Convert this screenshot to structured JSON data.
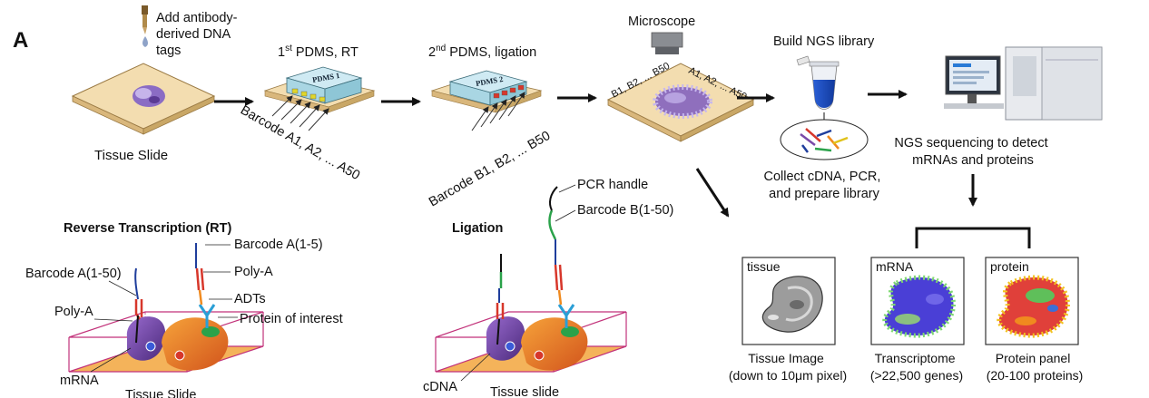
{
  "panel_label": "A",
  "top_row": {
    "antibody_step": [
      "Add antibody-",
      "derived DNA",
      "tags"
    ],
    "tissue_slide_label": "Tissue Slide",
    "pdms1_title_base": "1",
    "pdms1_title_sup": "st",
    "pdms1_title_rest": " PDMS, RT",
    "pdms1_chip_label": "PDMS 1",
    "barcode_a_label": "Barcode A1, A2, ... A50",
    "pdms2_title_base": "2",
    "pdms2_title_sup": "nd",
    "pdms2_title_rest": " PDMS, ligation",
    "pdms2_chip_label": "PDMS 2",
    "barcode_b_label": "Barcode B1, B2, ... B50",
    "microscope_label": "Microscope",
    "slide_b_edge": "B1, B2, ... B50",
    "slide_a_edge": "A1, A2, ... A50",
    "ngs_library_label": "Build NGS library",
    "collect_step": [
      "Collect cDNA, PCR,",
      "and prepare library"
    ],
    "sequencing_step": [
      "NGS sequencing to detect",
      "mRNAs and proteins"
    ]
  },
  "rt_panel": {
    "title": "Reverse Transcription (RT)",
    "barcode_a_1_5": "Barcode A(1-5)",
    "barcode_a_1_50": "Barcode A(1-50)",
    "poly_a_right": "Poly-A",
    "poly_a_left": "Poly-A",
    "adts": "ADTs",
    "protein": "Protein of interest",
    "mrna": "mRNA",
    "tissue_slide": "Tissue Slide"
  },
  "ligation_panel": {
    "title": "Ligation",
    "pcr_handle": "PCR handle",
    "barcode_b": "Barcode B(1-50)",
    "cdna": "cDNA",
    "tissue_slide": "Tissue slide"
  },
  "results": {
    "tissue": {
      "tag": "tissue",
      "caption": [
        "Tissue Image",
        "(down to 10μm pixel)"
      ]
    },
    "mrna": {
      "tag": "mRNA",
      "caption": [
        "Transcriptome",
        "(>22,500 genes)"
      ]
    },
    "protein": {
      "tag": "protein",
      "caption": [
        "Protein panel",
        "(20-100 proteins)"
      ]
    }
  },
  "colors": {
    "slide_top": "#f3ddb0",
    "slide_side": "#d9b77c",
    "chip": "#cfeaf3",
    "barcode_red": "#d7372b",
    "barcode_blue": "#1f3e9c",
    "linker_green": "#2aa24a",
    "cell_orange": "#f08a1f",
    "cell_purple": "#7a4aa8"
  }
}
